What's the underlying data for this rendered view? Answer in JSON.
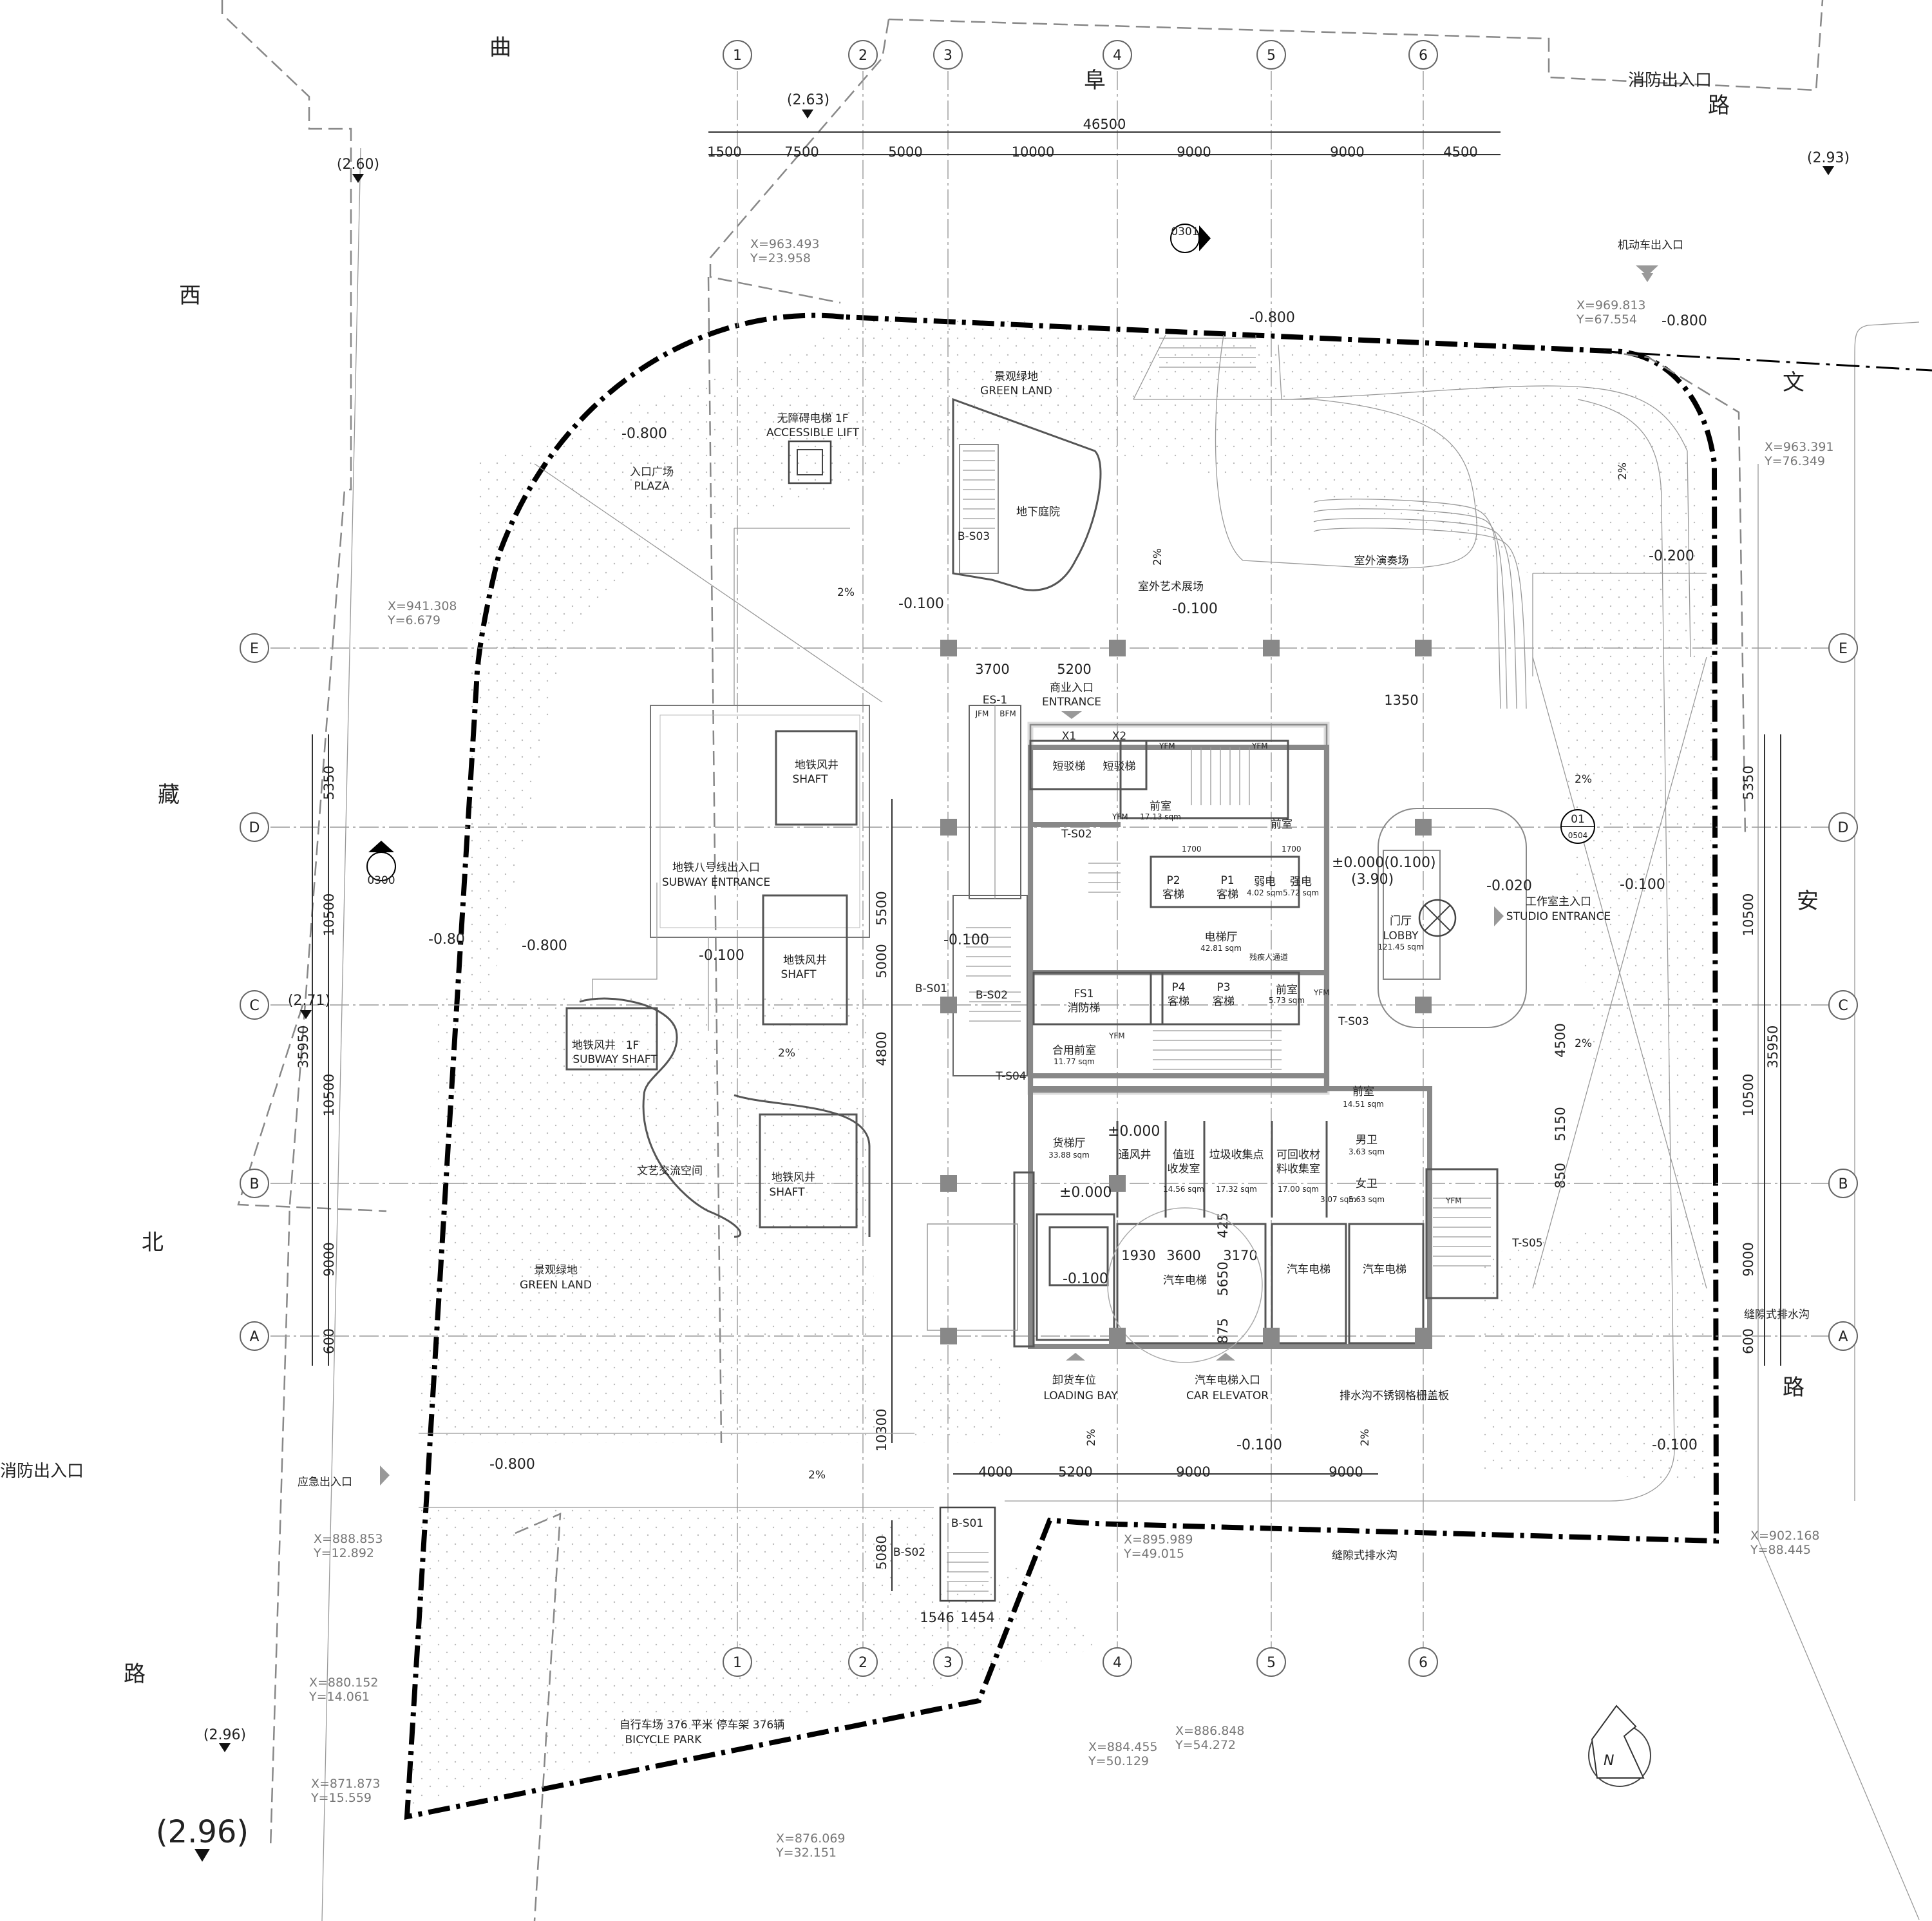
{
  "roads": {
    "fu": "阜",
    "lu_top": "路",
    "wen": "文",
    "an": "安",
    "lu_right": "路",
    "xi": "西",
    "zang": "藏",
    "bei": "北",
    "lu_left": "路",
    "qu": "曲"
  },
  "grid": {
    "columns": [
      "1",
      "2",
      "3",
      "4",
      "5",
      "6"
    ],
    "rows": [
      "E",
      "D",
      "C",
      "B",
      "A"
    ]
  },
  "dimensions": {
    "top_total": "46500",
    "top": [
      "1500",
      "7500",
      "5000",
      "10000",
      "9000",
      "9000",
      "4500"
    ],
    "left_total": "35950",
    "left": [
      "5350",
      "10500",
      "10500",
      "9000",
      "600"
    ],
    "right_total": "35950",
    "right": [
      "5350",
      "10500",
      "10500",
      "9000",
      "600"
    ],
    "bottom": [
      "4000",
      "5200",
      "9000",
      "9000"
    ],
    "inner": [
      "3700",
      "5200",
      "1350",
      "5500",
      "5000",
      "4800",
      "4500",
      "5150",
      "850",
      "10300",
      "5080",
      "1546",
      "1454",
      "1930",
      "3600",
      "3170",
      "425",
      "5650",
      "875"
    ]
  },
  "levels": [
    "(2.63)",
    "(2.60)",
    "(2.93)",
    "(2.71)",
    "(2.96)",
    "(2.96)",
    "-0.800",
    "-0.800",
    "-0.800",
    "-0.800",
    "-0.800",
    "-0.80",
    "-0.100",
    "-0.100",
    "-0.100",
    "-0.100",
    "-0.100",
    "-0.100",
    "-0.100",
    "-0.100",
    "-0.200",
    "-0.020",
    "±0.000",
    "±0.000",
    "±0.000(0.100)",
    "(3.90)"
  ],
  "slopes": [
    "2%"
  ],
  "coords": [
    "X=963.493",
    "Y=23.958",
    "X=969.813",
    "Y=67.554",
    "X=963.391",
    "Y=76.349",
    "X=941.308",
    "Y=6.679",
    "X=888.853",
    "Y=12.892",
    "X=895.989",
    "Y=49.015",
    "X=902.168",
    "Y=88.445",
    "X=880.152",
    "Y=14.061",
    "X=886.848",
    "Y=54.272",
    "X=884.455",
    "Y=50.129",
    "X=871.873",
    "Y=15.559",
    "X=876.069",
    "Y=32.151"
  ],
  "labels": {
    "fire_entry_top": "消防出入口",
    "fire_entry_left": "消防出入口",
    "vehicle_entry": "机动车出入口",
    "emergency_entry": "应急出入口",
    "green_land_top_cn": "景观绿地",
    "green_land_top_en": "GREEN LAND",
    "lift_cn": "无障碍电梯 1F",
    "lift_en": "ACCESSIBLE LIFT",
    "plaza_cn": "入口广场",
    "plaza_en": "PLAZA",
    "sunken_court": "地下庭院",
    "outdoor_art": "室外艺术展场",
    "outdoor_stage": "室外演奏场",
    "subway_entrance_cn": "地铁八号线出入口",
    "subway_entrance_en": "SUBWAY ENTRANCE",
    "shaft_cn": "地铁风井",
    "shaft_en": "SHAFT",
    "subway_shaft_cn": "地铁风井",
    "subway_shaft_1f": "1F",
    "subway_shaft_en": "SUBWAY SHAFT",
    "culture_space": "文艺交流空间",
    "green_land_left_cn": "景观绿地",
    "green_land_left_en": "GREEN LAND",
    "bicycle_cn": "自行车场 376 平米 停车架 376辆",
    "bicycle_en": "BICYCLE PARK",
    "commercial_entry_cn": "商业入口",
    "commercial_entry_en": "ENTRANCE",
    "es1": "ES-1",
    "x1": "X1",
    "x2": "X2",
    "shuttle": "短驳梯",
    "front_room": "前室",
    "p1": "P1",
    "p2": "P2",
    "p3": "P3",
    "p4": "P4",
    "passenger": "客梯",
    "weak_elec": "弱电",
    "strong_elec": "强电",
    "elevator_hall": "电梯厅",
    "accessible_path": "残疾人通道",
    "fs1": "FS1",
    "fire_lift": "消防梯",
    "shared_front": "合用前室",
    "lobby_cn": "门厅",
    "lobby_en": "LOBBY",
    "studio_cn": "工作室主入口",
    "studio_en": "STUDIO ENTRANCE",
    "freight_hall": "货梯厅",
    "vent_well": "通风井",
    "duty_cn": "值班",
    "duty_cn2": "收发室",
    "garbage": "垃圾收集点",
    "recycle_cn": "可回收材",
    "recycle_cn2": "料收集室",
    "male_wc": "男卫",
    "female_wc": "女卫",
    "car_lift": "汽车电梯",
    "loading_cn": "卸货车位",
    "loading_en": "LOADING BAY",
    "car_elev_cn": "汽车电梯入口",
    "car_elev_en": "CAR ELEVATOR",
    "drain_cover": "排水沟不锈钢格栅盖板",
    "slot_drain": "缝隙式排水沟",
    "slot_drain_2": "缝隙式排水沟",
    "stairs": [
      "T-S02",
      "T-S03",
      "T-S04",
      "T-S05",
      "B-S01",
      "B-S02",
      "B-S03",
      "B-S01",
      "B-S02"
    ],
    "section_0301": "0301",
    "section_0300": "0300",
    "section_01": "01",
    "section_0504": "0504",
    "north": "N"
  },
  "areas": [
    "17.13 sqm",
    "42.81 sqm",
    "4.02 sqm",
    "5.72 sqm",
    "5.73 sqm",
    "11.77 sqm",
    "121.45 sqm",
    "14.51 sqm",
    "33.88 sqm",
    "14.56 sqm",
    "17.32 sqm",
    "17.00 sqm",
    "3.07 sqm",
    "5.63 sqm",
    "3.63 sqm"
  ],
  "small_tags": [
    "YFM",
    "JFM",
    "BFM",
    "1700",
    "1700"
  ]
}
